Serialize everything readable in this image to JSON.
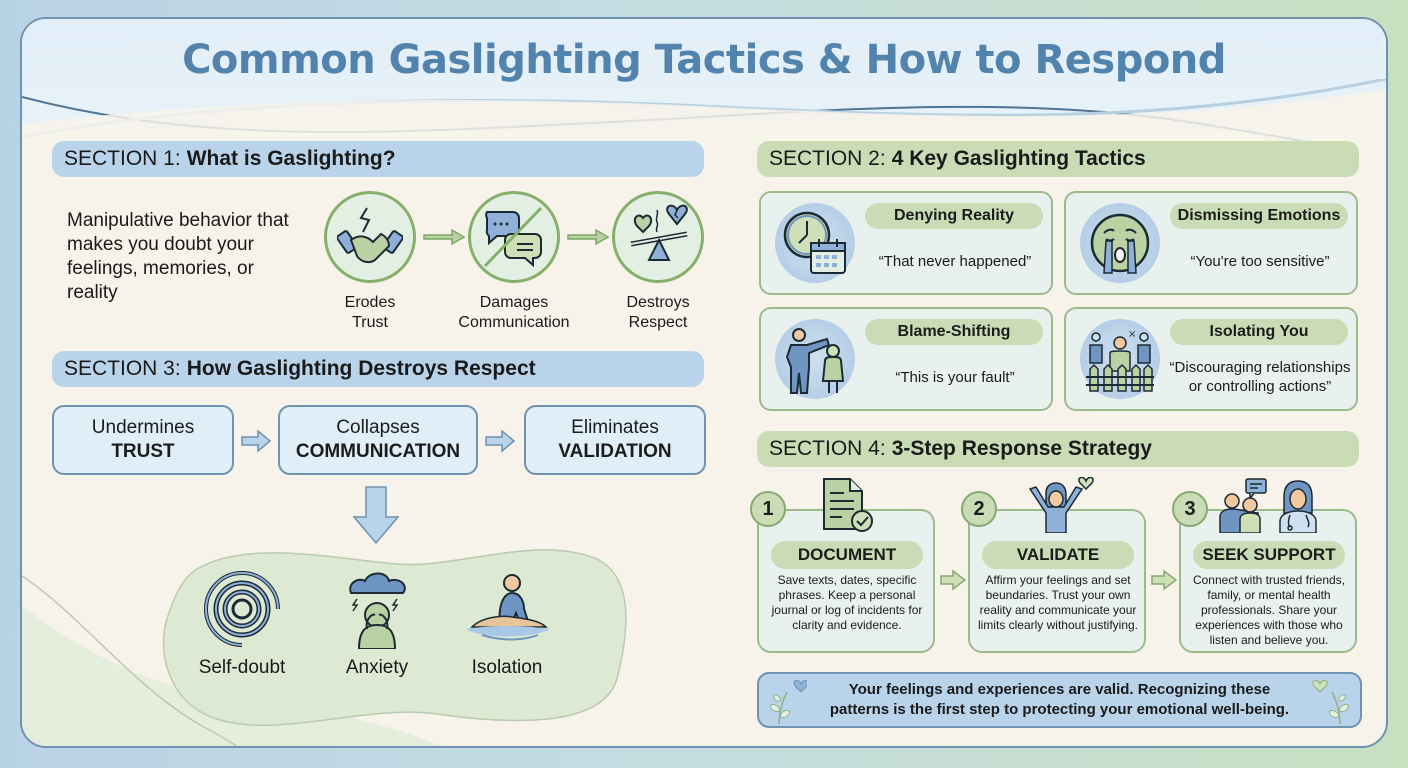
{
  "title": "Common Gaslighting Tactics & How to Respond",
  "colors": {
    "title": "#5283ac",
    "blue_bar": "#b9d4ea",
    "green_bar": "#c9dcb6",
    "card_bg": "#e8f1ee",
    "border_blue": "#6f92b0",
    "border_green": "#9dbb8a",
    "page_bg": "#f7f3ea"
  },
  "section1": {
    "prefix": "SECTION 1:",
    "heading": "What is Gaslighting?",
    "description": "Manipulative behavior that makes you doubt your feelings, memories, or reality",
    "flow": [
      {
        "icon": "broken-handshake-icon",
        "line1": "Erodes",
        "line2": "Trust"
      },
      {
        "icon": "blocked-chat-icon",
        "line1": "Damages",
        "line2": "Communication"
      },
      {
        "icon": "unbalanced-hearts-scale-icon",
        "line1": "Destroys",
        "line2": "Respect"
      }
    ]
  },
  "section2": {
    "prefix": "SECTION 2:",
    "heading": "4 Key Gaslighting Tactics",
    "tactics": [
      {
        "icon": "clock-calendar-icon",
        "name": "Denying Reality",
        "quote": "“That never happened”"
      },
      {
        "icon": "crying-face-icon",
        "name": "Dismissing Emotions",
        "quote": "“You're too sensitive”"
      },
      {
        "icon": "pointing-blame-icon",
        "name": "Blame-Shifting",
        "quote": "“This is your fault”"
      },
      {
        "icon": "fenced-person-icon",
        "name": "Isolating You",
        "quote": "“Discouraging relationships or controlling actions”"
      }
    ]
  },
  "section3": {
    "prefix": "SECTION 3:",
    "heading": "How Gaslighting Destroys Respect",
    "chain": [
      {
        "line1": "Undermines",
        "line2": "TRUST"
      },
      {
        "line1": "Collapses",
        "line2": "COMMUNICATION"
      },
      {
        "line1": "Eliminates",
        "line2": "VALIDATION"
      }
    ],
    "effects": [
      {
        "icon": "spiral-icon",
        "label": "Self-doubt"
      },
      {
        "icon": "storm-cloud-person-icon",
        "label": "Anxiety"
      },
      {
        "icon": "island-person-icon",
        "label": "Isolation"
      }
    ]
  },
  "section4": {
    "prefix": "SECTION 4:",
    "heading": "3-Step Response Strategy",
    "steps": [
      {
        "number": "1",
        "icon": "document-check-icon",
        "name": "DOCUMENT",
        "text": "Save texts, dates, specific phrases. Keep a personal journal or log of incidents for clarity and evidence."
      },
      {
        "number": "2",
        "icon": "raised-arms-heart-icon",
        "name": "VALIDATE",
        "text": "Affirm your feelings and set beundaries. Trust your own reality and communicate your limits clearly without justifying."
      },
      {
        "number": "3",
        "icon": "support-people-doctor-icon",
        "name": "SEEK SUPPORT",
        "text": "Connect with trusted friends, family, or mental health professionals. Share your experiences with those who listen and believe you."
      }
    ]
  },
  "footer": {
    "message": "Your feelings and experiences are valid. Recognizing these patterns is the first step to protecting your emotional well-being."
  }
}
